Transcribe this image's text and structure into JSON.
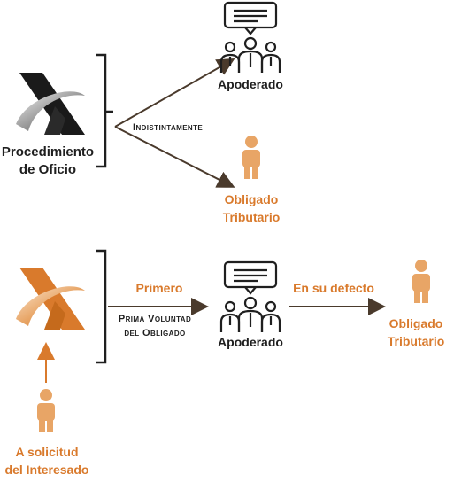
{
  "colors": {
    "dark": "#1f1f1f",
    "arrow": "#4a3a2c",
    "orange": "#d97a2c",
    "orange_light": "#e8a566"
  },
  "section_oficio": {
    "logo_label": [
      "Procedimiento",
      "de Oficio"
    ],
    "mode_label": "Indistintamente",
    "target_top": "Apoderado",
    "target_bottom": [
      "Obligado",
      "Tributario"
    ]
  },
  "section_solicitud": {
    "origin_label": [
      "A solicitud",
      "del Interesado"
    ],
    "first_label": "Primero",
    "mode_label": [
      "Prima Voluntad",
      "del Obligado"
    ],
    "middle_target": "Apoderado",
    "fallback_label": "En su defecto",
    "final_target": [
      "Obligado",
      "Tributario"
    ]
  }
}
